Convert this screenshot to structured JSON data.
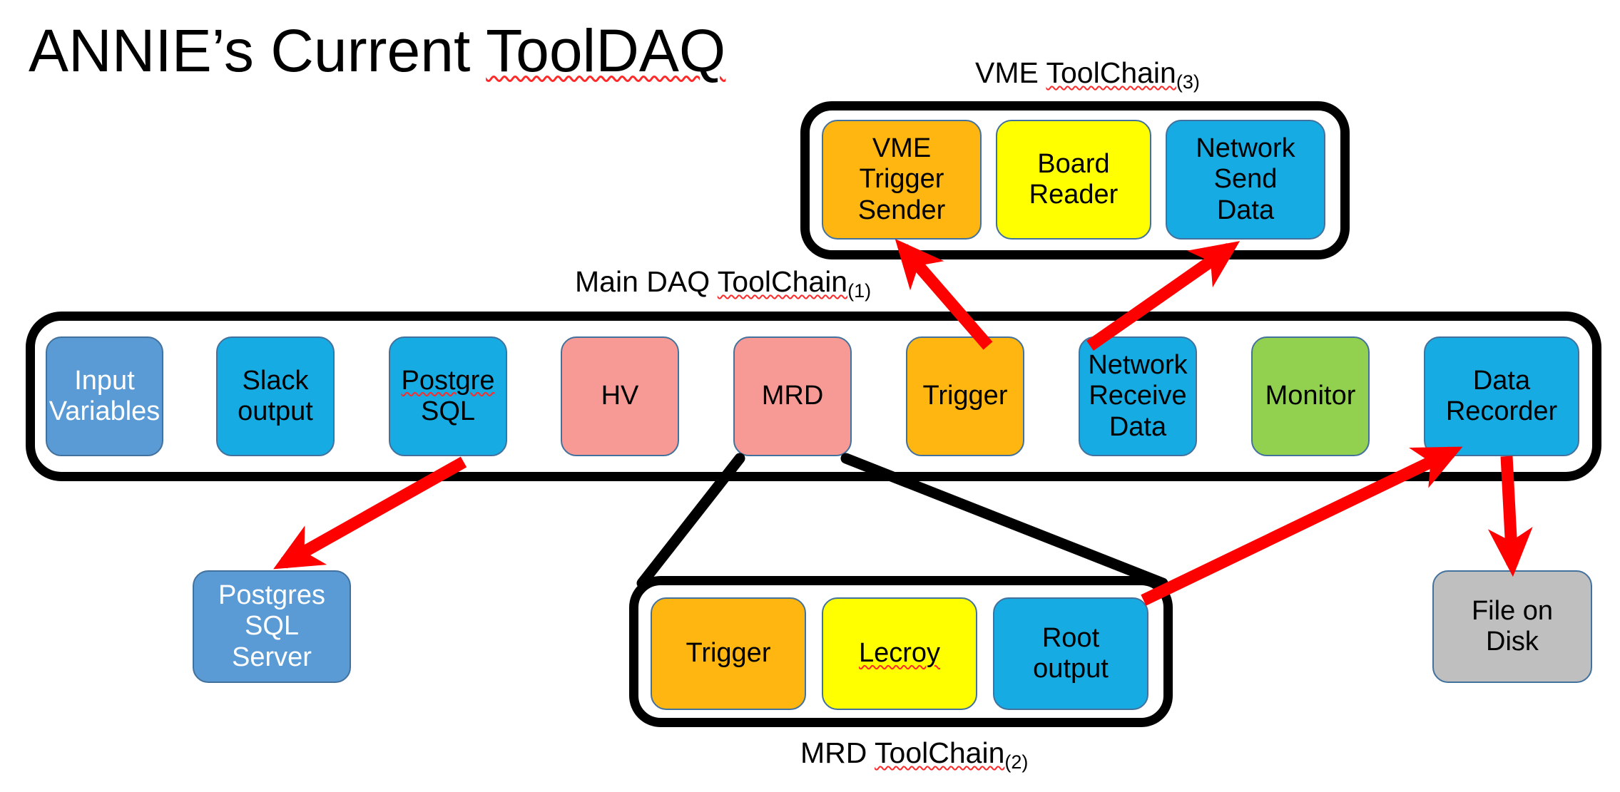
{
  "title": {
    "text_plain": "ANNIE's Current ToolDAQ",
    "part_normal": "ANNIE’s Current ",
    "part_misspelled": "ToolDAQ"
  },
  "colors": {
    "orange": "#FFB610",
    "yellow": "#FFFF00",
    "cyan": "#16ACE3",
    "steel_blue": "#5B9BD5",
    "salmon": "#F79A96",
    "green": "#92D14F",
    "gray": "#BFBFBF",
    "frame_black": "#000000",
    "arrow_red": "#FF0000",
    "box_border": "#41719C",
    "spellcheck_red": "#FF2A2A"
  },
  "chains": {
    "vme": {
      "label_prefix": "VME ",
      "label_misspelled": "ToolChain",
      "label_subscript": "(3)",
      "label_full": "VME ToolChain(3)",
      "tools": [
        {
          "name": "VME Trigger Sender",
          "lines": [
            "VME",
            "Trigger",
            "Sender"
          ],
          "color": "orange"
        },
        {
          "name": "Board Reader",
          "lines": [
            "Board",
            "Reader"
          ],
          "color": "yellow"
        },
        {
          "name": "Network Send Data",
          "lines": [
            "Network",
            "Send",
            "Data"
          ],
          "color": "cyan"
        }
      ]
    },
    "main": {
      "label_prefix": "Main DAQ ",
      "label_misspelled": "ToolChain",
      "label_subscript": "(1)",
      "label_full": "Main DAQ ToolChain(1)",
      "tools": [
        {
          "name": "Input Variables",
          "lines": [
            "Input",
            "Variables"
          ],
          "color": "steel_blue"
        },
        {
          "name": "Slack output",
          "lines": [
            "Slack",
            "output"
          ],
          "color": "cyan"
        },
        {
          "name": "Postgre SQL",
          "lines": [
            "Postgre",
            "SQL"
          ],
          "color": "cyan",
          "misspelled_line": 0
        },
        {
          "name": "HV",
          "lines": [
            "HV"
          ],
          "color": "salmon"
        },
        {
          "name": "MRD",
          "lines": [
            "MRD"
          ],
          "color": "salmon"
        },
        {
          "name": "Trigger",
          "lines": [
            "Trigger"
          ],
          "color": "orange"
        },
        {
          "name": "Network Receive Data",
          "lines": [
            "Network",
            "Receive",
            "Data"
          ],
          "color": "cyan"
        },
        {
          "name": "Monitor",
          "lines": [
            "Monitor"
          ],
          "color": "green"
        },
        {
          "name": "Data Recorder",
          "lines": [
            "Data",
            "Recorder"
          ],
          "color": "cyan"
        }
      ]
    },
    "mrd": {
      "label_prefix": "MRD ",
      "label_misspelled": "ToolChain",
      "label_subscript": "(2)",
      "label_full": "MRD ToolChain(2)",
      "tools": [
        {
          "name": "Trigger",
          "lines": [
            "Trigger"
          ],
          "color": "orange"
        },
        {
          "name": "Lecroy",
          "lines": [
            "Lecroy"
          ],
          "color": "yellow",
          "misspelled_line": 0
        },
        {
          "name": "Root output",
          "lines": [
            "Root",
            "output"
          ],
          "color": "cyan"
        }
      ]
    }
  },
  "external_nodes": [
    {
      "name": "Postgres SQL Server",
      "lines": [
        "Postgres",
        "SQL",
        "Server"
      ],
      "color": "steel_blue"
    },
    {
      "name": "File on Disk",
      "lines": [
        "File on",
        "Disk"
      ],
      "color": "gray"
    }
  ],
  "connections": [
    {
      "from": "Postgre SQL",
      "to": "Postgres SQL Server",
      "style": "red-arrow"
    },
    {
      "from": "Trigger (Main DAQ)",
      "to": "VME Trigger Sender",
      "style": "red-arrow"
    },
    {
      "from": "Network Receive Data",
      "to": "Network Send Data",
      "style": "red-arrow"
    },
    {
      "from": "Root output",
      "to": "Data Recorder",
      "style": "red-arrow"
    },
    {
      "from": "Data Recorder",
      "to": "File on Disk",
      "style": "red-arrow"
    },
    {
      "from": "MRD",
      "to": "MRD ToolChain(2)",
      "style": "black-callout"
    }
  ]
}
